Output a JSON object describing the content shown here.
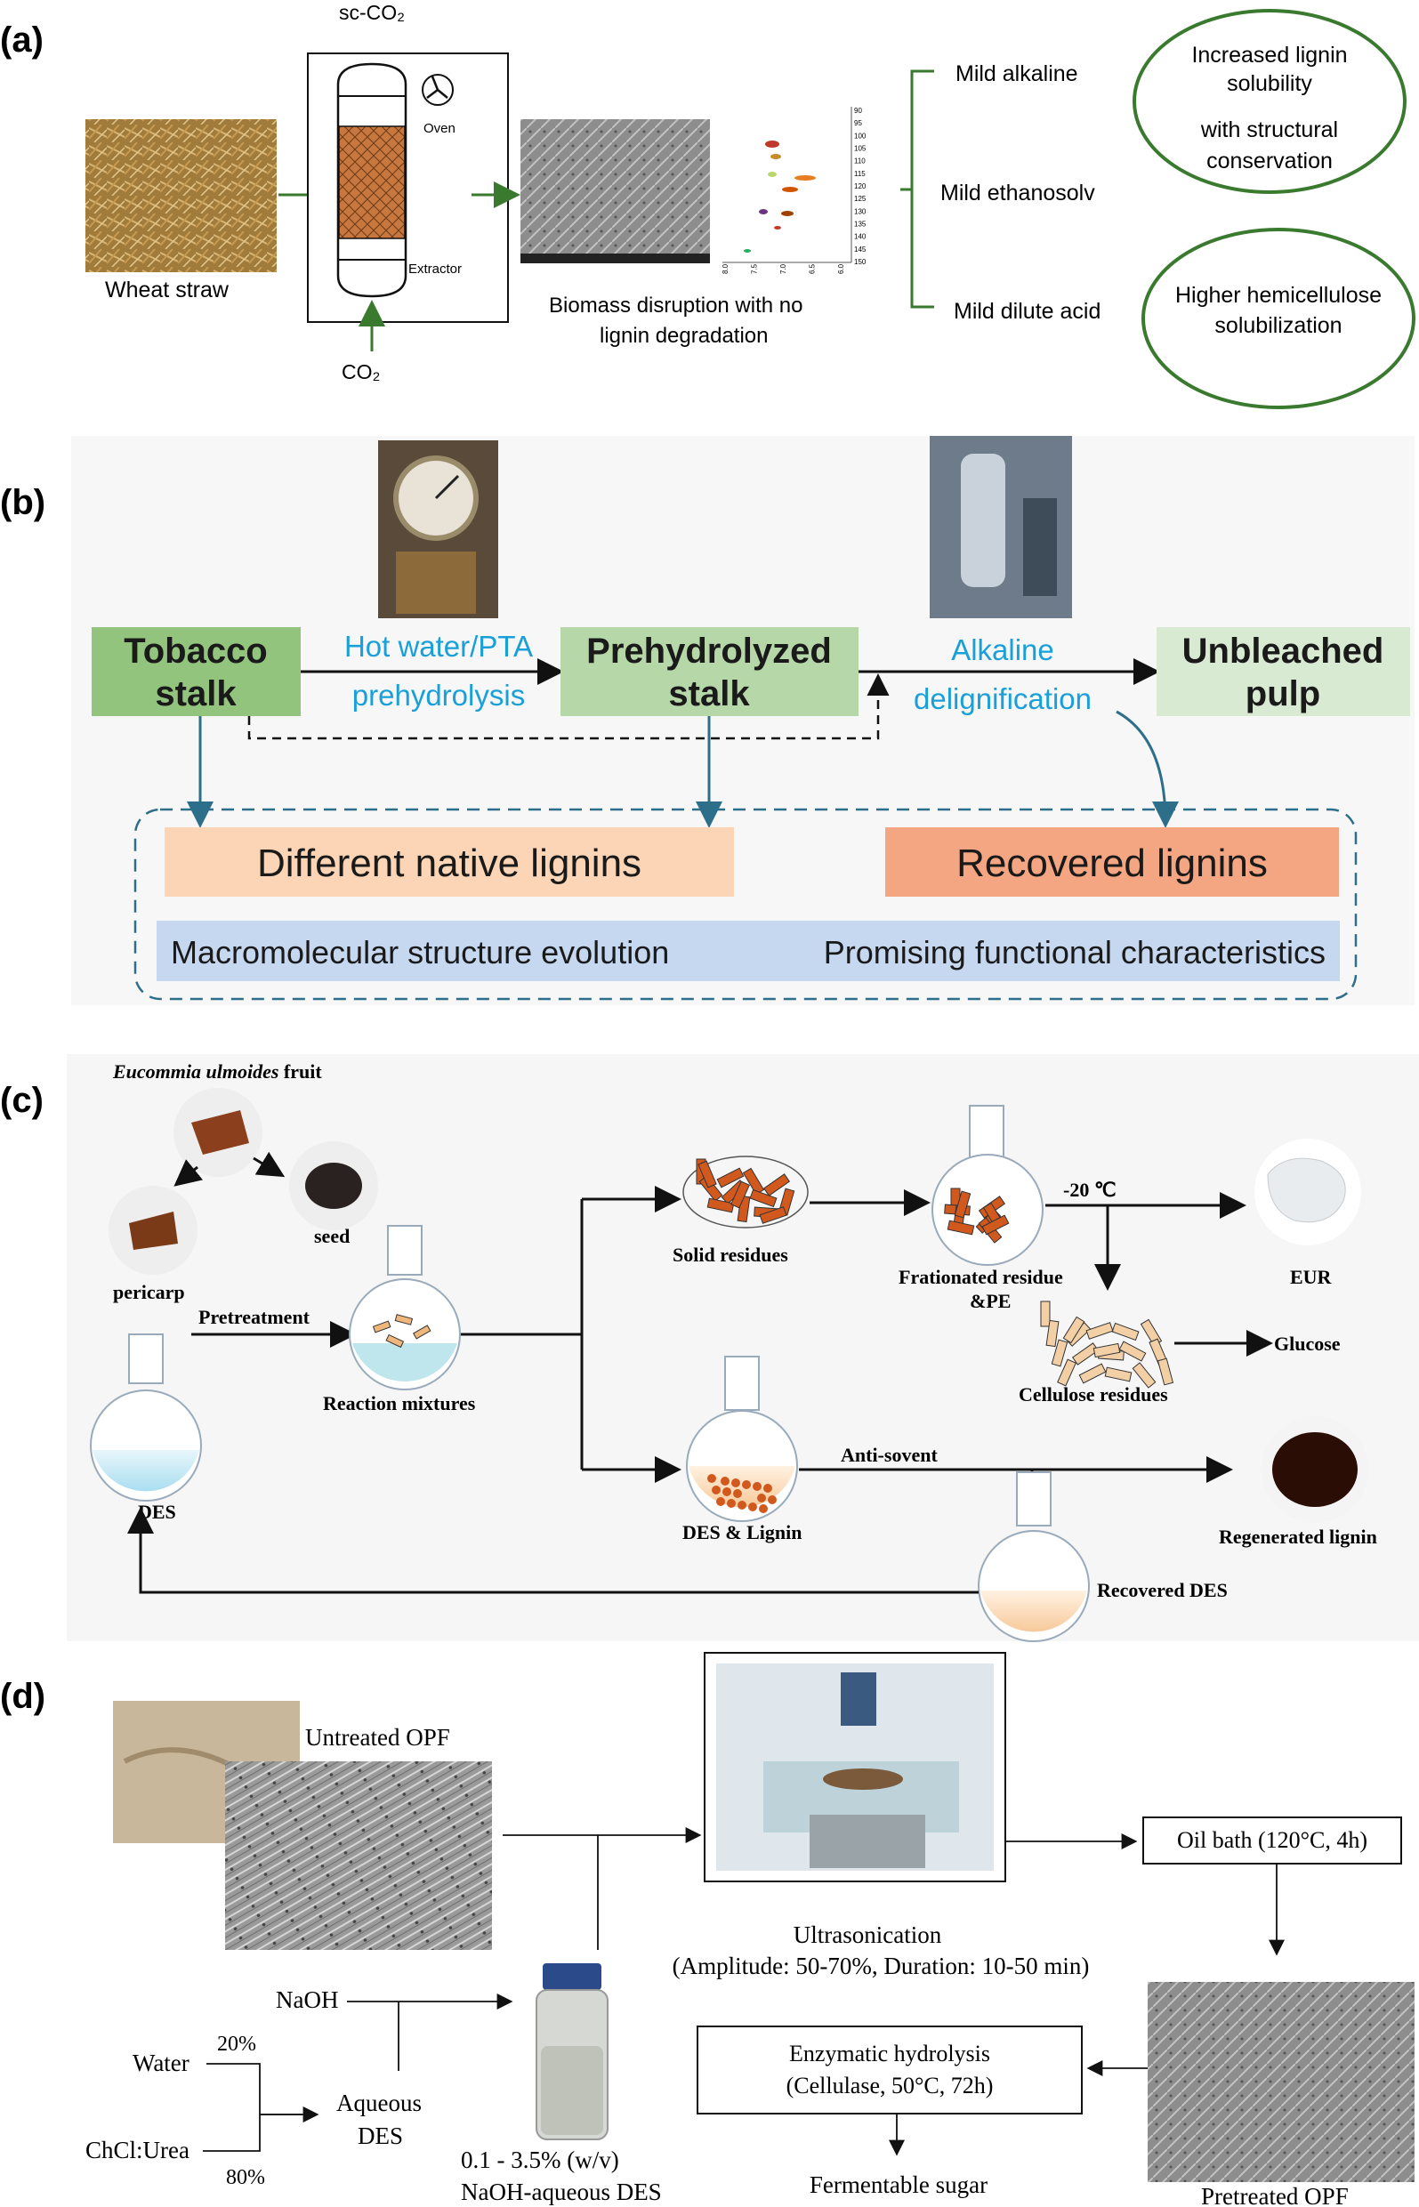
{
  "panel_a": {
    "label": "(a)",
    "sc_co2": "sc-CO₂",
    "wheat_straw": "Wheat straw",
    "oven": "Oven",
    "extractor": "Extractor",
    "co2": "CO₂",
    "disruption_line1": "Biomass disruption with no",
    "disruption_line2": "lignin degradation",
    "treatments": [
      "Mild alkaline",
      "Mild ethanosolv",
      "Mild dilute acid"
    ],
    "result1": [
      "Increased lignin",
      "solubility",
      "with structural",
      "conservation"
    ],
    "result2": [
      "Higher hemicellulose",
      "solubilization"
    ],
    "nmr_ticks": [
      "90",
      "95",
      "100",
      "105",
      "110",
      "115",
      "120",
      "125",
      "130",
      "135",
      "140",
      "145",
      "150"
    ],
    "nmr_xticks": [
      "8.0",
      "7.5",
      "7.0",
      "6.5",
      "6.0"
    ]
  },
  "panel_b": {
    "label": "(b)",
    "tobacco": [
      "Tobacco",
      "stalk"
    ],
    "hot_water": [
      "Hot water/PTA",
      "prehydrolysis"
    ],
    "prehydrolyzed": [
      "Prehydrolyzed",
      "stalk"
    ],
    "alkaline": [
      "Alkaline",
      "delignification"
    ],
    "unbleached": [
      "Unbleached",
      "pulp"
    ],
    "native_lignins": "Different native lignins",
    "recovered_lignins": "Recovered lignins",
    "macromolecular": "Macromolecular structure evolution",
    "promising": "Promising  functional characteristics"
  },
  "panel_c": {
    "label": "(c)",
    "fruit_italic": "Eucommia ulmoides",
    "fruit_rest": " fruit",
    "seed": "seed",
    "pericarp": "pericarp",
    "pretreatment": "Pretreatment",
    "reaction": "Reaction mixtures",
    "des": "DES",
    "solid": "Solid residues",
    "frationated": [
      "Frationated residue",
      "&PE"
    ],
    "temp": "-20 ℃",
    "eur": "EUR",
    "cellulose": "Cellulose residues",
    "glucose": "Glucose",
    "des_lignin": "DES & Lignin",
    "antisolvent": "Anti-sovent",
    "regenerated": "Regenerated lignin",
    "recovered_des": "Recovered DES"
  },
  "panel_d": {
    "label": "(d)",
    "untreated": "Untreated OPF",
    "ultrasonication": "Ultrasonication",
    "params": "(Amplitude: 50-70%, Duration: 10-50 min)",
    "oil_bath": "Oil bath (120°C, 4h)",
    "naoh": "NaOH",
    "water": "Water",
    "chcl": "ChCl:Urea",
    "pct20": "20%",
    "pct80": "80%",
    "aqueous": [
      "Aqueous",
      "DES"
    ],
    "bottle": [
      "0.1 - 3.5% (w/v)",
      "NaOH-aqueous DES"
    ],
    "enzymatic": [
      "Enzymatic hydrolysis",
      "(Cellulase, 50°C, 72h)"
    ],
    "fermentable": "Fermentable sugar",
    "pretreated": "Pretreated OPF"
  },
  "colors": {
    "green_dark": "#82b366",
    "green_light": "#d5e8d4",
    "orange": "#f4a582",
    "orange_light": "#fbd5b5",
    "blue_light": "#c5d8ef",
    "cyan_text": "#1aa0d8",
    "dashed_blue": "#2d6f8a",
    "ellipse_green": "#3a7a2e"
  }
}
